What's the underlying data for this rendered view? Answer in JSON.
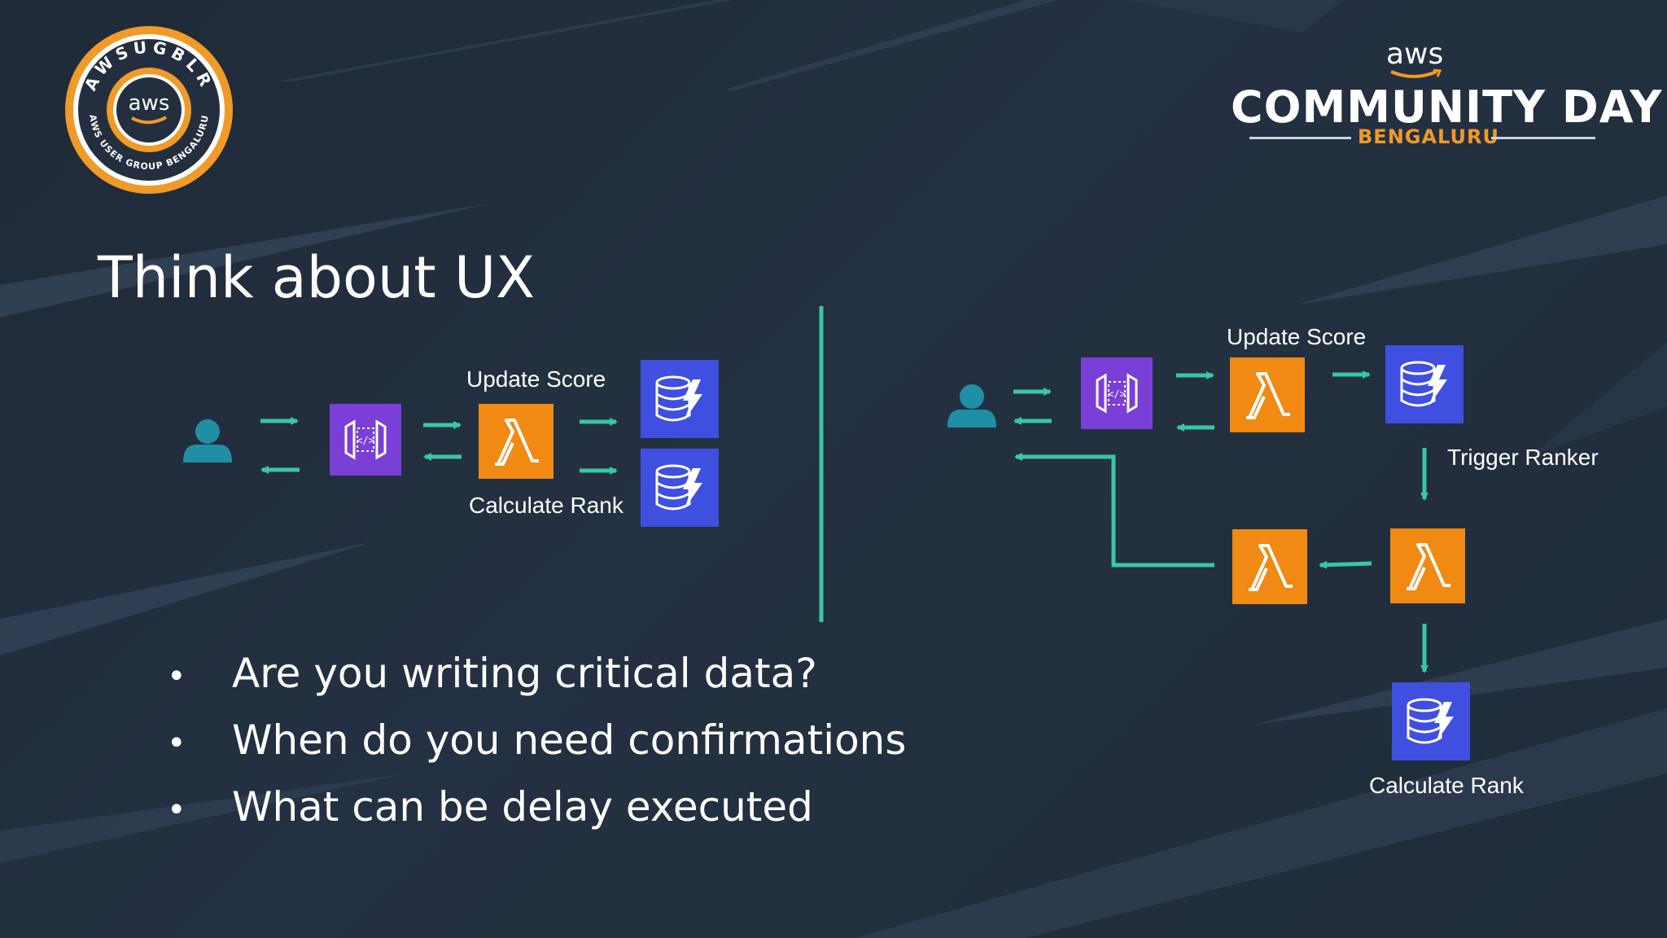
{
  "slide": {
    "title": "Think about UX",
    "bullets": [
      "Are you writing critical data?",
      "When do you need confirmations",
      "What can be delay executed"
    ],
    "bullet_symbol": "•"
  },
  "badge": {
    "ring_text": "AWSUGBLR",
    "center_text": "aws",
    "lower_text": "AWS USER GROUP BENGALURU"
  },
  "community_day": {
    "aws": "aws",
    "title": "COMMUNITY DAY",
    "subtitle": "BENGALURU"
  },
  "diagram_left": {
    "update_label": "Update Score",
    "rank_label": "Calculate Rank"
  },
  "diagram_right": {
    "update_label": "Update Score",
    "trigger_label": "Trigger Ranker",
    "rank_label": "Calculate Rank"
  },
  "colors": {
    "arrow": "#39c6a9",
    "user": "#1f8fa6",
    "api_gateway": "#7a3fd6",
    "lambda": "#f08a12",
    "dynamodb": "#3f4fe0",
    "accent_orange": "#f09a28"
  },
  "icons": [
    "user-icon",
    "api-gateway-icon",
    "lambda-icon",
    "dynamodb-icon",
    "arrow-icon"
  ]
}
